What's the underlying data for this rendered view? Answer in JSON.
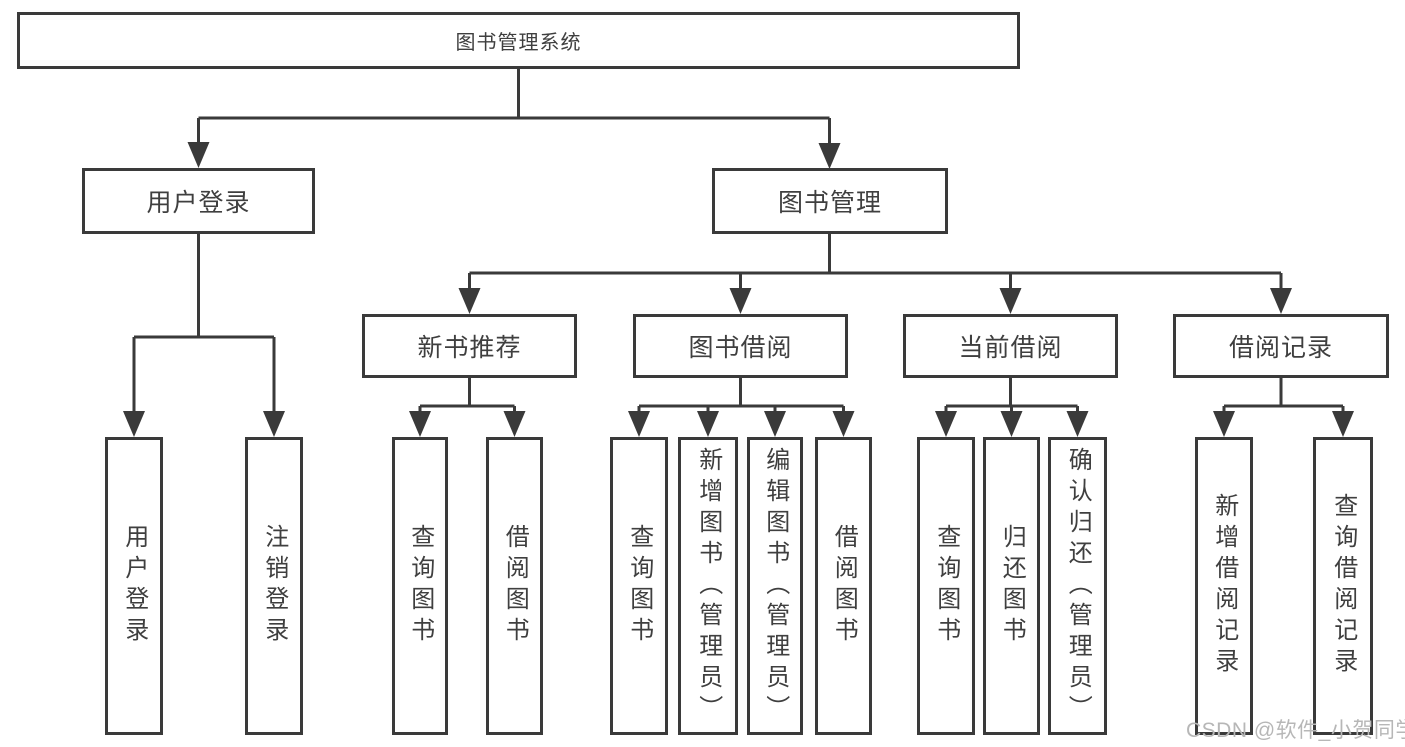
{
  "root": "图书管理系统",
  "level2": [
    "用户登录",
    "图书管理"
  ],
  "level3": [
    "新书推荐",
    "图书借阅",
    "当前借阅",
    "借阅记录"
  ],
  "leaves": {
    "login": [
      "用户登录",
      "注销登录"
    ],
    "recommend": [
      "查询图书",
      "借阅图书"
    ],
    "borrow": [
      "查询图书",
      "新增图书（管理员）",
      "编辑图书（管理员）",
      "借阅图书"
    ],
    "current": [
      "查询图书",
      "归还图书",
      "确认归还（管理员）"
    ],
    "records": [
      "新增借阅记录",
      "查询借阅记录"
    ]
  },
  "watermark": "CSDN @软件_小贺同学",
  "colors": {
    "line": "#3a3a3a",
    "text": "#3f3f3f",
    "watermark": "#b7b7b7",
    "background": "#ffffff"
  }
}
